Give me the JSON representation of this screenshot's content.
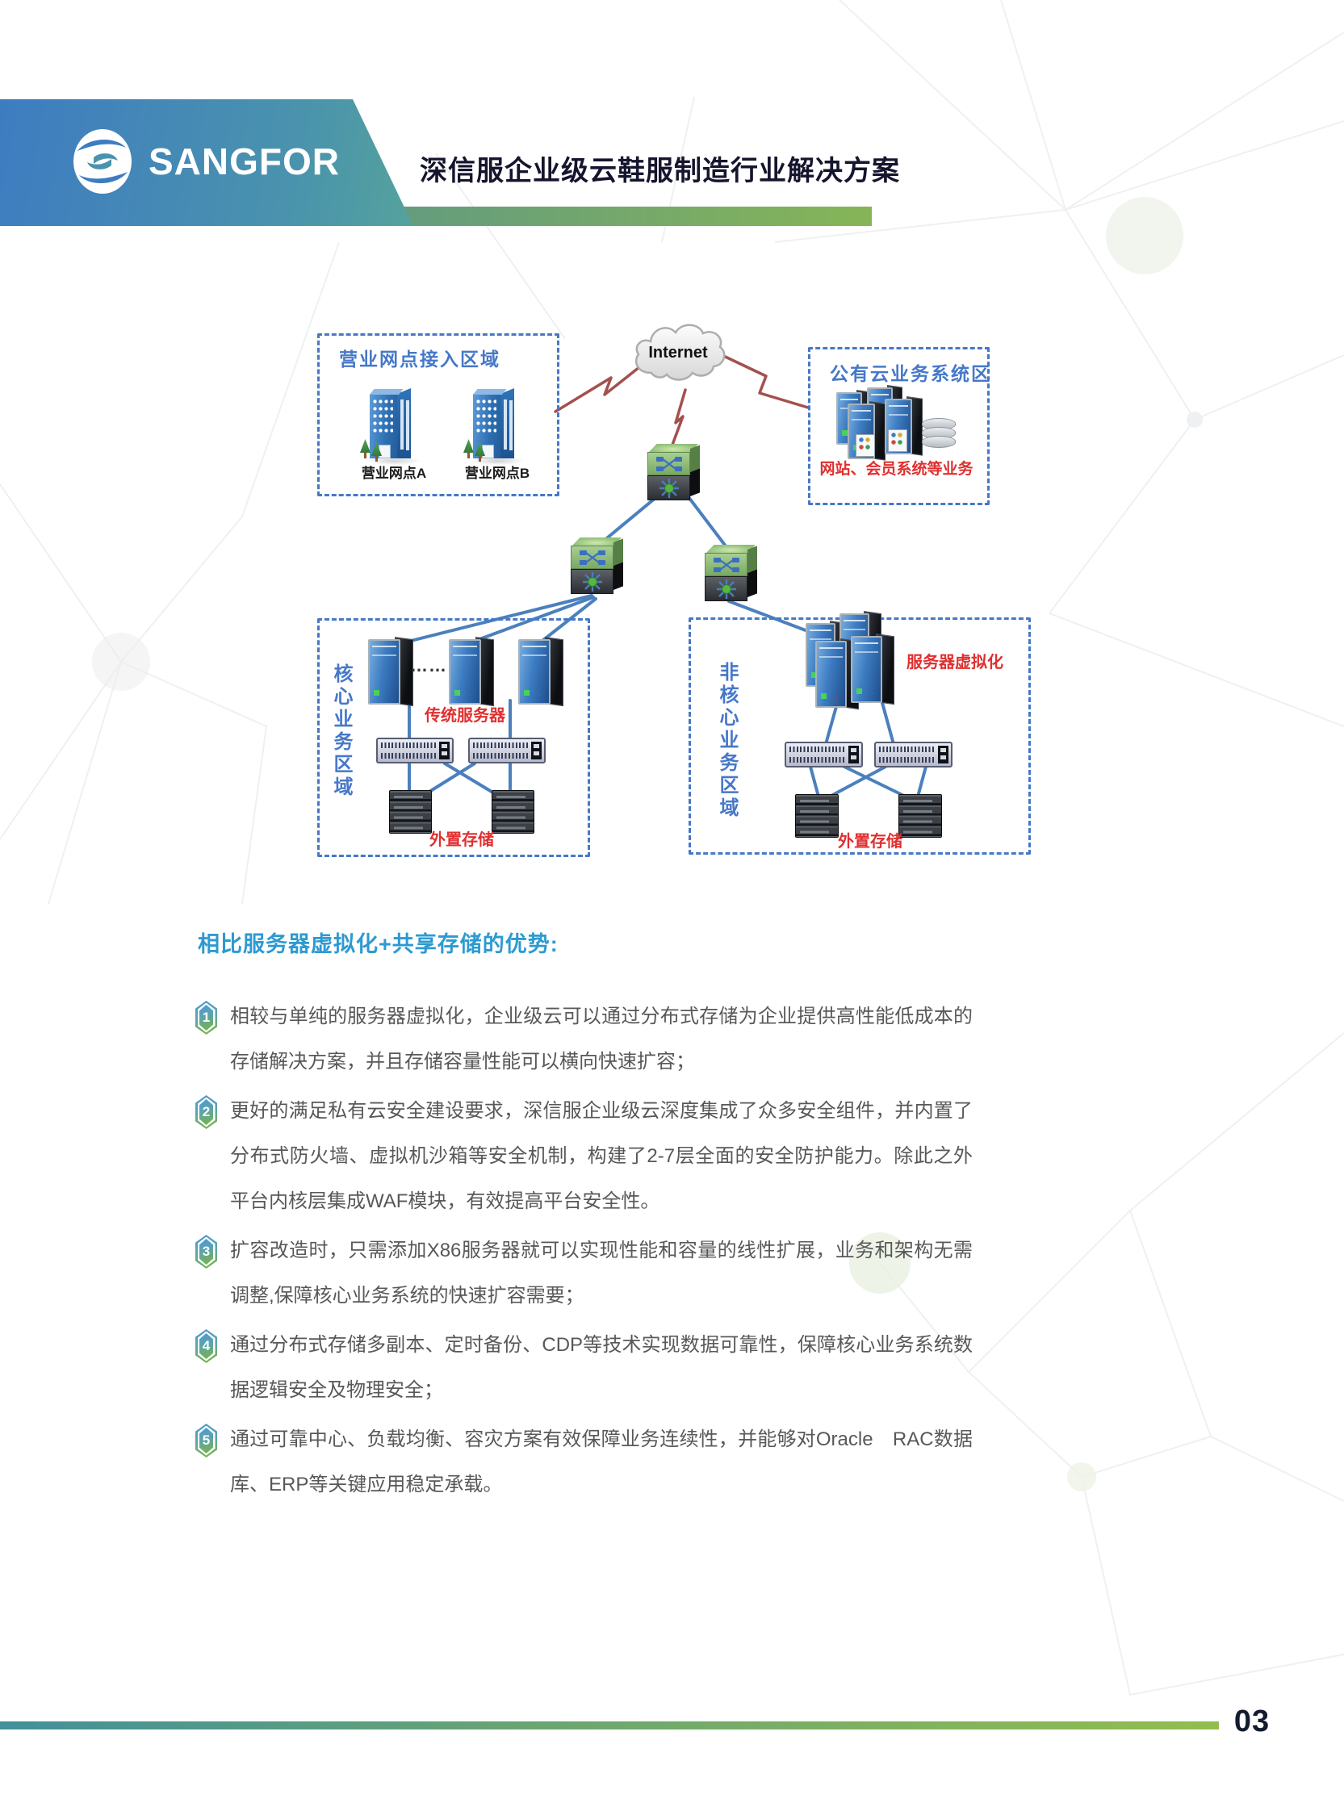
{
  "header": {
    "logo_text": "SANGFOR",
    "title": "深信服企业级云鞋服制造行业解决方案"
  },
  "diagram": {
    "internet_label": "Internet",
    "branch_box": {
      "title": "营业网点接入区域",
      "site_a_label": "营业网点A",
      "site_b_label": "营业网点B"
    },
    "public_box": {
      "title": "公有云业务系统区",
      "caption": "网站、会员系统等业务"
    },
    "core_box": {
      "title": "核心业务区域",
      "servers_label": "传统服务器",
      "storage_label": "外置存储",
      "ellipsis": "……"
    },
    "noncore_box": {
      "title": "非核心业务区域",
      "virtualization_label": "服务器虚拟化",
      "storage_label": "外置存储"
    }
  },
  "advantages": {
    "heading": "相比服务器虚拟化+共享存储的优势:",
    "items": [
      {
        "num": "1",
        "text": "相较与单纯的服务器虚拟化，企业级云可以通过分布式存储为企业提供高性能低成本的存储解决方案，并且存储容量性能可以横向快速扩容；"
      },
      {
        "num": "2",
        "text": "更好的满足私有云安全建设要求，深信服企业级云深度集成了众多安全组件，并内置了分布式防火墙、虚拟机沙箱等安全机制，构建了2-7层全面的安全防护能力。除此之外平台内核层集成WAF模块，有效提高平台安全性。"
      },
      {
        "num": "3",
        "text": "扩容改造时，只需添加X86服务器就可以实现性能和容量的线性扩展，业务和架构无需调整,保障核心业务系统的快速扩容需要；"
      },
      {
        "num": "4",
        "text": "通过分布式存储多副本、定时备份、CDP等技术实现数据可靠性，保障核心业务系统数据逻辑安全及物理安全；"
      },
      {
        "num": "5",
        "text": "通过可靠中心、负载均衡、容灾方案有效保障业务连续性，并能够对Oracle　RAC数据库、ERP等关键应用稳定承载。"
      }
    ]
  },
  "footer": {
    "page_number": "03"
  },
  "colors": {
    "accent_blue": "#4678c8",
    "heading_blue": "#2d9ad1",
    "label_red": "#e02f2f",
    "line_blue": "#4b80bd",
    "line_red": "#a4504d",
    "header_bar_start": "#47879f",
    "header_bar_end": "#86b557",
    "footer_bar_start": "#42909a",
    "footer_bar_end": "#92bd4e"
  }
}
